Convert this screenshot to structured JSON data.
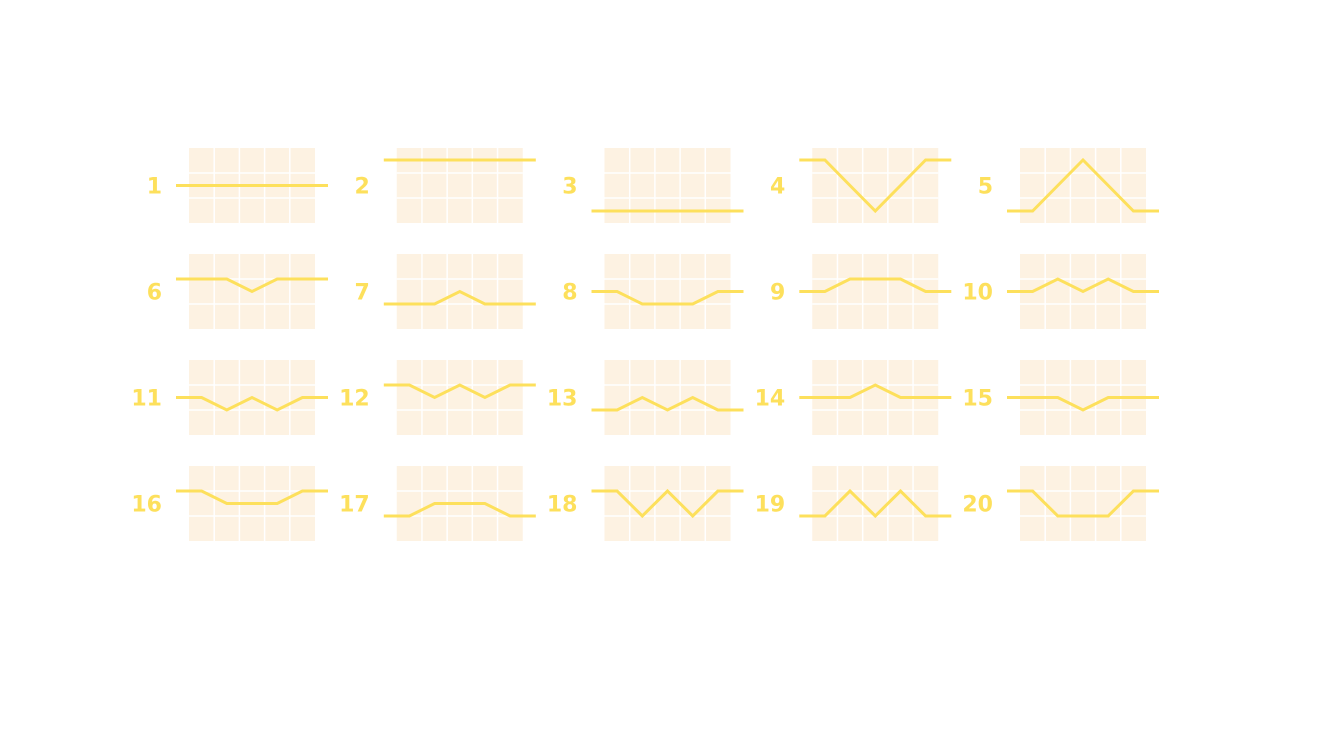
{
  "colors": {
    "background": "#ffffff",
    "grid_fill": "#fdf2e2",
    "grid_line": "#ffffff",
    "line": "#fde05c",
    "label": "#fde05c"
  },
  "patterns": [
    {
      "label": "1",
      "levels": [
        2,
        2,
        2,
        2,
        2,
        2
      ]
    },
    {
      "label": "2",
      "levels": [
        0,
        0,
        0,
        0,
        0,
        0
      ]
    },
    {
      "label": "3",
      "levels": [
        4,
        4,
        4,
        4,
        4,
        4
      ]
    },
    {
      "label": "4",
      "levels": [
        0,
        0,
        2,
        4,
        2,
        0,
        0
      ]
    },
    {
      "label": "5",
      "levels": [
        4,
        4,
        2,
        0,
        2,
        4,
        4
      ]
    },
    {
      "label": "6",
      "levels": [
        1,
        1,
        1,
        2,
        1,
        1,
        1
      ]
    },
    {
      "label": "7",
      "levels": [
        3,
        3,
        3,
        2,
        3,
        3,
        3
      ]
    },
    {
      "label": "8",
      "levels": [
        2,
        2,
        3,
        3,
        3,
        2,
        2
      ]
    },
    {
      "label": "9",
      "levels": [
        2,
        2,
        1,
        1,
        1,
        2,
        2
      ]
    },
    {
      "label": "10",
      "levels": [
        2,
        2,
        1,
        2,
        1,
        2,
        2
      ]
    },
    {
      "label": "11",
      "levels": [
        2,
        2,
        3,
        2,
        3,
        2,
        2
      ]
    },
    {
      "label": "12",
      "levels": [
        1,
        1,
        2,
        1,
        2,
        1,
        1
      ]
    },
    {
      "label": "13",
      "levels": [
        3,
        3,
        2,
        3,
        2,
        3,
        3
      ]
    },
    {
      "label": "14",
      "levels": [
        2,
        2,
        2,
        1,
        2,
        2,
        2
      ]
    },
    {
      "label": "15",
      "levels": [
        2,
        2,
        2,
        3,
        2,
        2,
        2
      ]
    },
    {
      "label": "16",
      "levels": [
        1,
        1,
        2,
        2,
        2,
        1,
        1
      ]
    },
    {
      "label": "17",
      "levels": [
        3,
        3,
        2,
        2,
        2,
        3,
        3
      ]
    },
    {
      "label": "18",
      "levels": [
        1,
        1,
        3,
        1,
        3,
        1,
        1
      ]
    },
    {
      "label": "19",
      "levels": [
        3,
        3,
        1,
        3,
        1,
        3,
        3
      ]
    },
    {
      "label": "20",
      "levels": [
        1,
        1,
        3,
        3,
        3,
        1,
        1
      ]
    }
  ]
}
